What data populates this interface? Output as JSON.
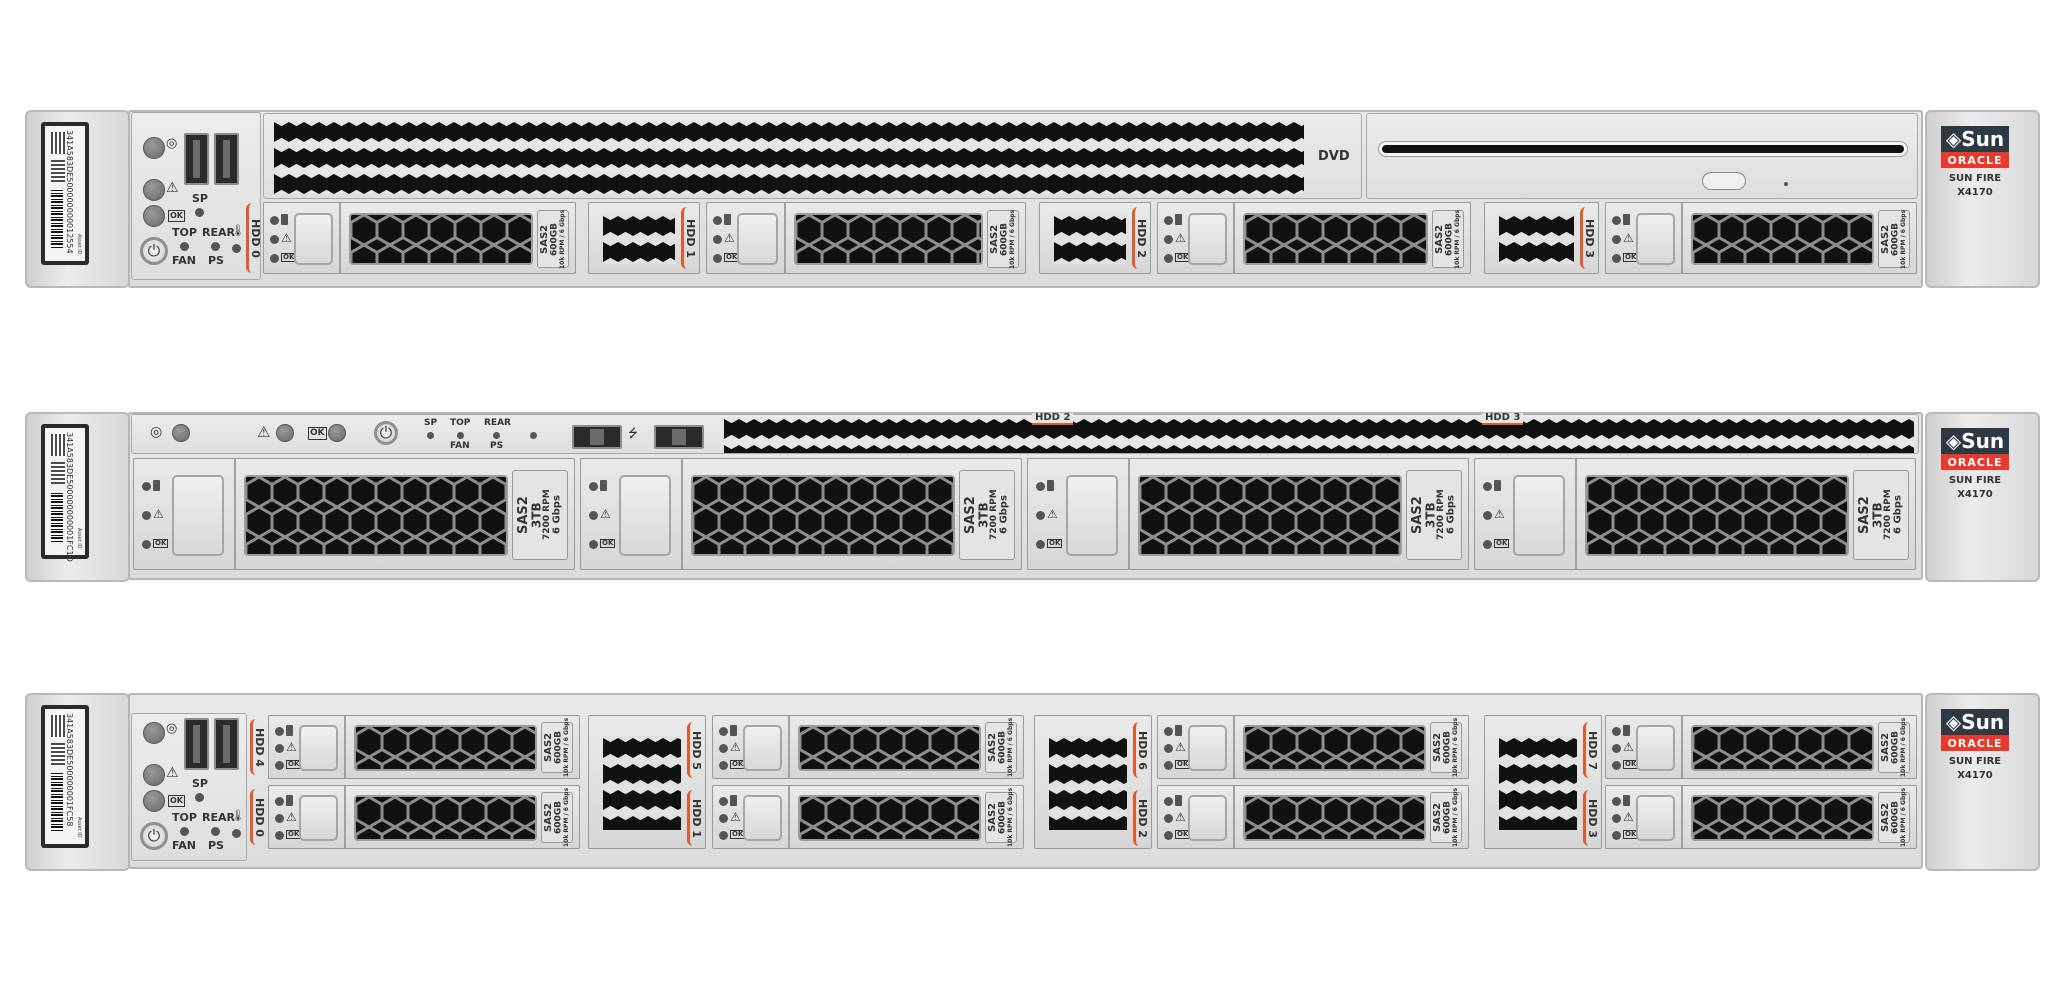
{
  "brand": {
    "sun": "Sun",
    "oracle": "ORACLE",
    "model_line1": "SUN FIRE",
    "model_line2": "X4170"
  },
  "colors": {
    "chassis": "#e2e2e2",
    "sun_logo_bg": "#2d3a44",
    "oracle_red": "#e8392c",
    "hdd_bracket": "#e05a2b",
    "grille": "#111111"
  },
  "panel_labels": {
    "sp": "SP",
    "top": "TOP",
    "fan": "FAN",
    "rear": "REAR",
    "ps": "PS",
    "ok": "OK",
    "dvd": "DVD"
  },
  "servers": [
    {
      "asset_tag": "341A583DE500000000012554",
      "asset_label": "Asset ID",
      "slot_labels": [
        "HDD 0",
        "HDD 1",
        "HDD 2",
        "HDD 3"
      ],
      "drives": [
        {
          "iface": "SAS2",
          "capacity": "600GB",
          "spec": "10k RPM / 6 Gbps"
        },
        {
          "iface": "SAS2",
          "capacity": "600GB",
          "spec": "10k RPM / 6 Gbps"
        },
        {
          "iface": "SAS2",
          "capacity": "600GB",
          "spec": "10k RPM / 6 Gbps"
        },
        {
          "iface": "SAS2",
          "capacity": "600GB",
          "spec": "10k RPM / 6 Gbps"
        }
      ]
    },
    {
      "asset_tag": "341A583DE500000000001FC1D",
      "asset_label": "Asset ID",
      "slot_labels": [
        "HDD 2",
        "HDD 3"
      ],
      "drives": [
        {
          "iface": "SAS2",
          "capacity": "3TB",
          "spec": "7200 RPM",
          "speed": "6 Gbps"
        },
        {
          "iface": "SAS2",
          "capacity": "3TB",
          "spec": "7200 RPM",
          "speed": "6 Gbps"
        },
        {
          "iface": "SAS2",
          "capacity": "3TB",
          "spec": "7200 RPM",
          "speed": "6 Gbps"
        },
        {
          "iface": "SAS2",
          "capacity": "3TB",
          "spec": "7200 RPM",
          "speed": "6 Gbps"
        }
      ]
    },
    {
      "asset_tag": "341A583DE500000001FC58",
      "asset_label": "Asset ID",
      "slot_labels": [
        "HDD 4",
        "HDD 0",
        "HDD 5",
        "HDD 1",
        "HDD 6",
        "HDD 2",
        "HDD 7",
        "HDD 3"
      ],
      "drives": [
        {
          "iface": "SAS2",
          "capacity": "600GB",
          "spec": "10k RPM / 6 Gbps"
        },
        {
          "iface": "SAS2",
          "capacity": "600GB",
          "spec": "10k RPM / 6 Gbps"
        },
        {
          "iface": "SAS2",
          "capacity": "600GB",
          "spec": "10k RPM / 6 Gbps"
        },
        {
          "iface": "SAS2",
          "capacity": "600GB",
          "spec": "10k RPM / 6 Gbps"
        },
        {
          "iface": "SAS2",
          "capacity": "600GB",
          "spec": "10k RPM / 6 Gbps"
        },
        {
          "iface": "SAS2",
          "capacity": "600GB",
          "spec": "10k RPM / 6 Gbps"
        },
        {
          "iface": "SAS2",
          "capacity": "600GB",
          "spec": "10k RPM / 6 Gbps"
        },
        {
          "iface": "SAS2",
          "capacity": "600GB",
          "spec": "10k RPM / 6 Gbps"
        }
      ]
    }
  ]
}
